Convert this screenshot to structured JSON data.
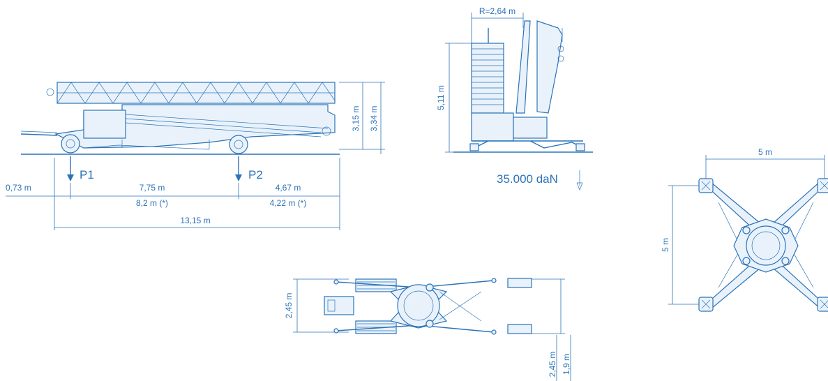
{
  "colors": {
    "line": "#2b73b8",
    "fill": "#e9f2fb",
    "background": "#ffffff"
  },
  "side_view": {
    "height_crane": "3,15 m",
    "height_total": "3,34 m",
    "load_points": {
      "p1": "P1",
      "p2": "P2"
    },
    "front_overhang": "0,73 m",
    "wheelbase": "7,75 m",
    "wheelbase_alt": "8,2 m (*)",
    "rear_overhang": "4,67 m",
    "rear_overhang_alt": "4,22 m (*)",
    "total_length": "13,15 m"
  },
  "erected_view": {
    "radius": "R=2,64 m",
    "height": "5,11 m",
    "weight": "35.000 daN"
  },
  "base_plan": {
    "width": "5 m",
    "length": "5 m"
  },
  "transport_plan": {
    "width": "2,45 m",
    "width_alt_1": "2,45 m",
    "width_alt_2": "1,9 m"
  }
}
